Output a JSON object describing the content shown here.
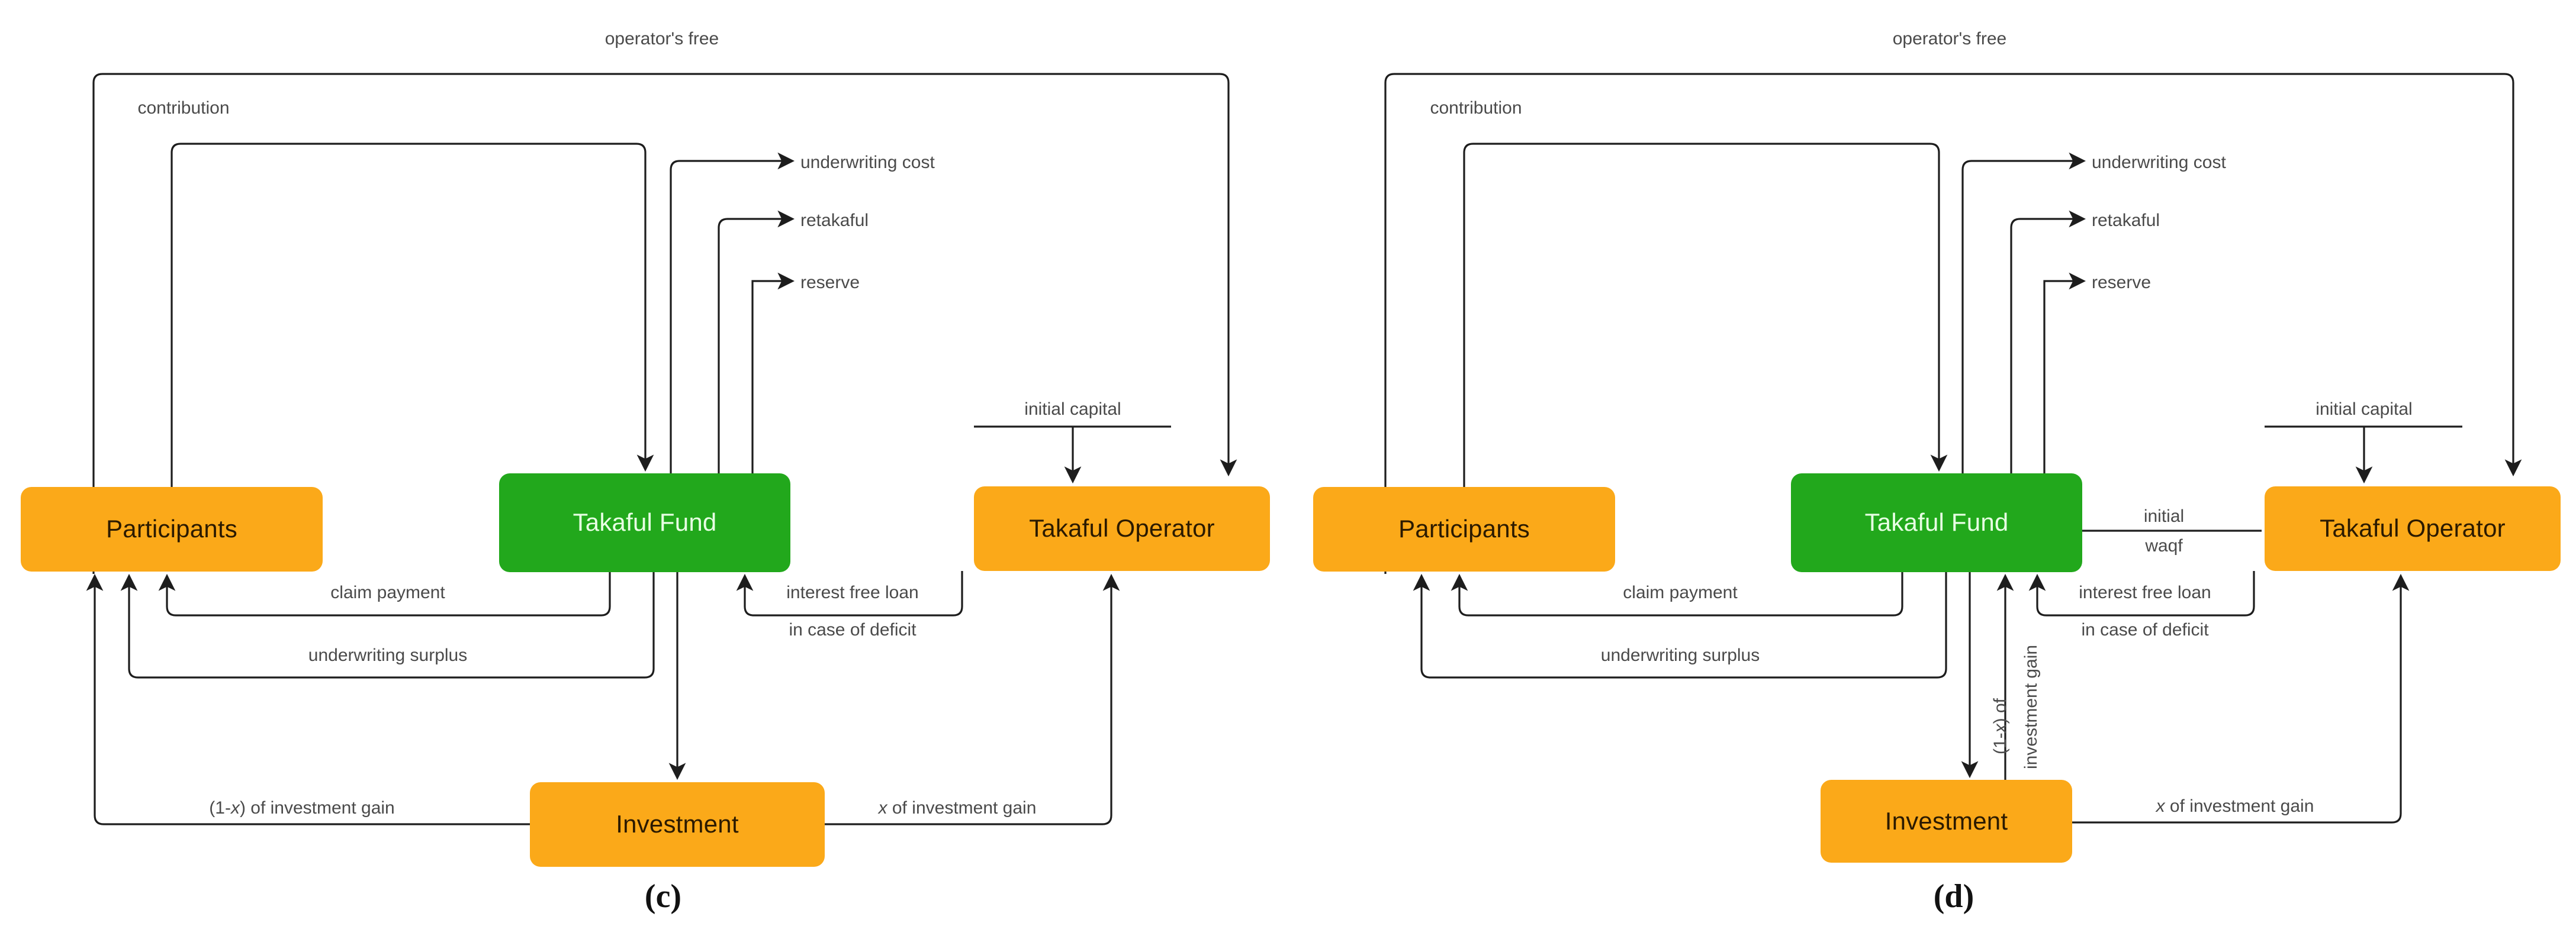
{
  "figure": {
    "colors": {
      "orange_node": "#FBA919",
      "green_node": "#22A81C",
      "wire": "#222222",
      "label_text": "#4a4a4a",
      "background": "#ffffff"
    },
    "panels": [
      {
        "id": "c",
        "caption": "(c)",
        "nodes": {
          "participants": "Participants",
          "takaful_fund": "Takaful Fund",
          "takaful_operator": "Takaful Operator",
          "investment": "Investment"
        },
        "edge_labels": {
          "operators_free": "operator's free",
          "contribution": "contribution",
          "underwriting_cost": "underwriting cost",
          "retakaful": "retakaful",
          "reserve": "reserve",
          "initial_capital": "initial capital",
          "claim_payment": "claim payment",
          "underwriting_surplus": "underwriting surplus",
          "interest_free_loan_l1": "interest free loan",
          "interest_free_loan_l2": "in case of deficit",
          "one_minus_x_gain_pre": "(1-",
          "one_minus_x_gain_var": "x",
          "one_minus_x_gain_post": ") of investment gain",
          "x_gain_var": "x",
          "x_gain_post": " of investment gain"
        }
      },
      {
        "id": "d",
        "caption": "(d)",
        "nodes": {
          "participants": "Participants",
          "takaful_fund": "Takaful Fund",
          "takaful_operator": "Takaful Operator",
          "investment": "Investment"
        },
        "edge_labels": {
          "operators_free": "operator's free",
          "contribution": "contribution",
          "underwriting_cost": "underwriting cost",
          "retakaful": "retakaful",
          "reserve": "reserve",
          "initial_capital": "initial capital",
          "initial_waqf_l1": "initial",
          "initial_waqf_l2": "waqf",
          "claim_payment": "claim payment",
          "underwriting_surplus": "underwriting surplus",
          "interest_free_loan_l1": "interest free loan",
          "interest_free_loan_l2": "in case of deficit",
          "one_minus_x_gain_rot_l1_pre": "(1-",
          "one_minus_x_gain_rot_l1_var": "x",
          "one_minus_x_gain_rot_l1_post": ") of",
          "one_minus_x_gain_rot_l2": "investment gain",
          "x_gain_var": "x",
          "x_gain_post": " of investment gain"
        }
      }
    ]
  }
}
